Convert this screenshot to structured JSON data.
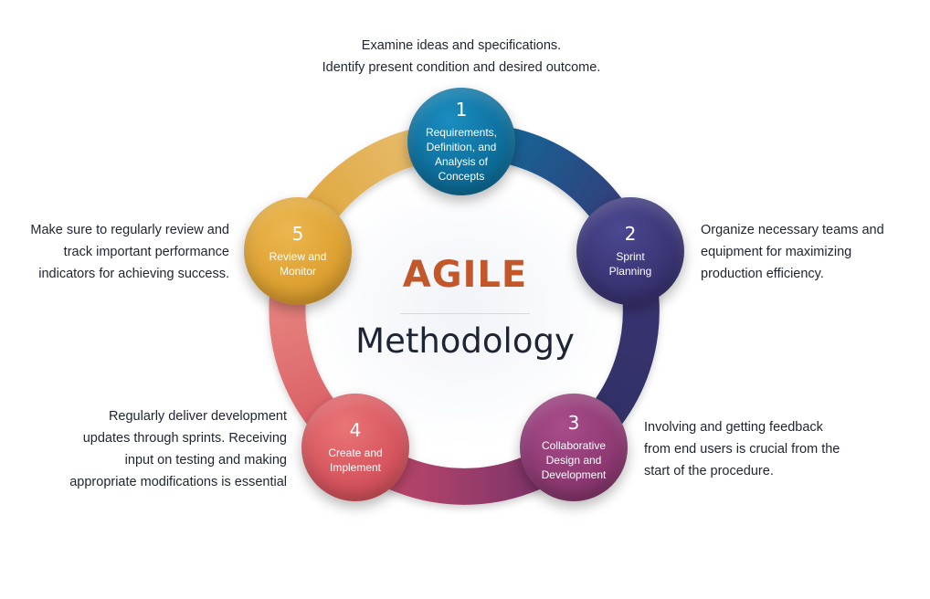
{
  "title": {
    "main": "AGILE",
    "sub": "Methodology"
  },
  "colors": {
    "title_accent": "#c4572a",
    "step1": "#0e6f9c",
    "step2": "#3a3575",
    "step3": "#8e3a73",
    "step4": "#d7565f",
    "step5": "#dea233"
  },
  "steps": [
    {
      "number": "1",
      "label": "Requirements,\nDefinition, and\nAnalysis of\nConcepts",
      "description": "Examine ideas and specifications.\nIdentify present condition and desired outcome."
    },
    {
      "number": "2",
      "label": "Sprint\nPlanning",
      "description": "Organize necessary teams and\nequipment for maximizing\nproduction efficiency."
    },
    {
      "number": "3",
      "label": "Collaborative\nDesign and\nDevelopment",
      "description": "Involving and getting feedback\nfrom end users is crucial from the\nstart of the procedure."
    },
    {
      "number": "4",
      "label": "Create and\nImplement",
      "description": "Regularly deliver development\nupdates through sprints. Receiving\ninput on testing and making\nappropriate modifications is essential"
    },
    {
      "number": "5",
      "label": "Review and\nMonitor",
      "description": "Make sure to regularly review and\ntrack important performance\nindicators for achieving success."
    }
  ]
}
